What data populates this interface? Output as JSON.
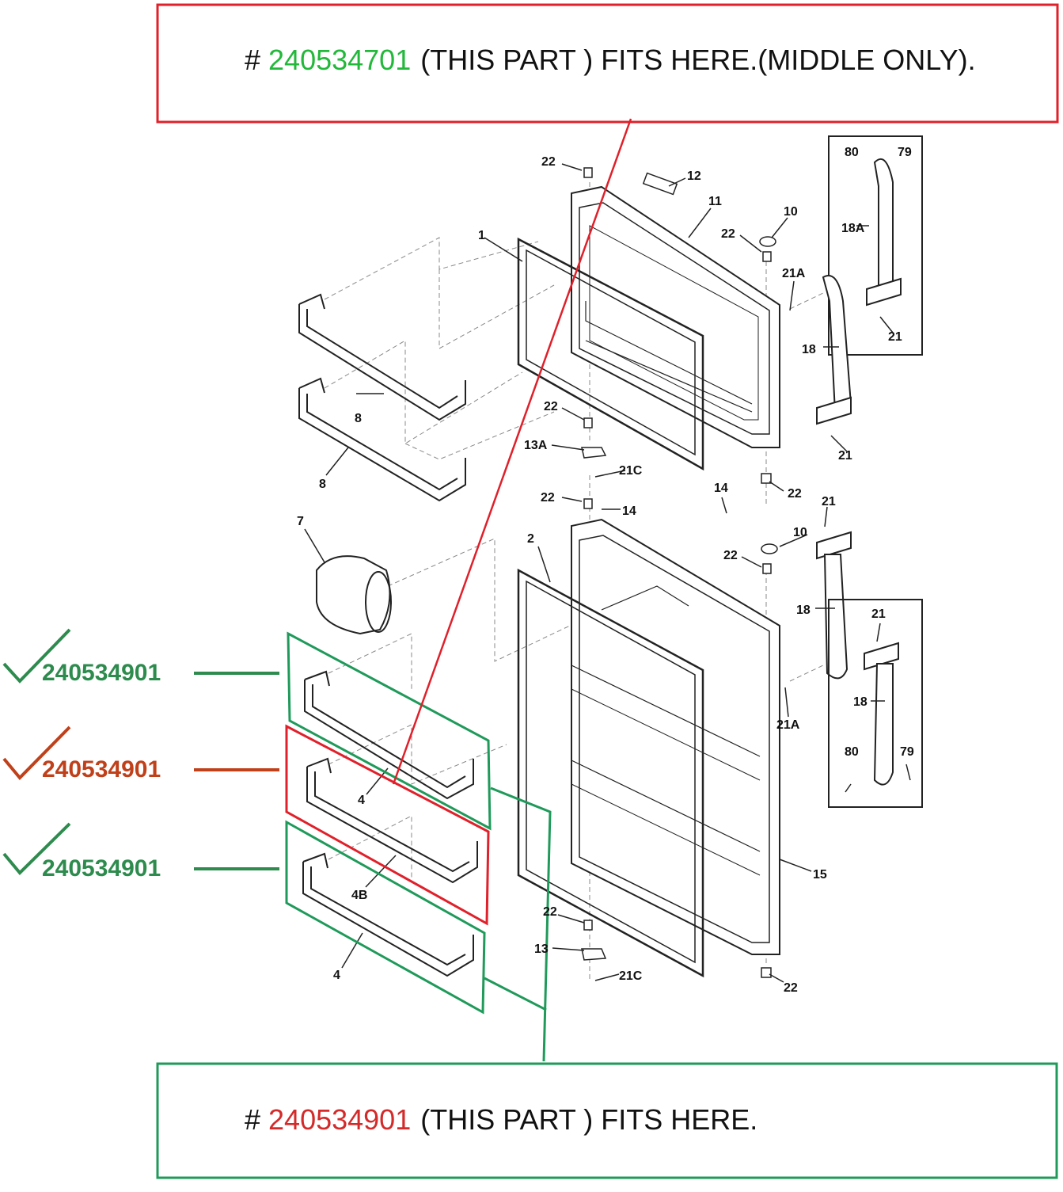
{
  "top_banner": {
    "hash": "#",
    "part_number": "240534701",
    "text": "(THIS PART ) FITS HERE.(MIDDLE ONLY).",
    "colors": {
      "border": "#e0202a",
      "part_number": "#22b83a"
    }
  },
  "bottom_banner": {
    "hash": "#",
    "part_number": "240534901",
    "text": "(THIS PART ) FITS HERE.",
    "colors": {
      "border": "#1f9a5a",
      "part_number": "#d42a2a"
    }
  },
  "side_labels": [
    {
      "text": "240534901",
      "color": "#2e8b4e",
      "icon": "checkmark-icon"
    },
    {
      "text": "240534901",
      "color": "#c0401a",
      "icon": "checkmark-icon"
    },
    {
      "text": "240534901",
      "color": "#2e8b4e",
      "icon": "checkmark-icon"
    }
  ],
  "callouts": {
    "c1": "1",
    "c2": "2",
    "c4a": "4",
    "c4b": "4B",
    "c4c": "4",
    "c7": "7",
    "c8a": "8",
    "c8b": "8",
    "c10a": "10",
    "c10b": "10",
    "c11": "11",
    "c12": "12",
    "c13": "13",
    "c13a": "13A",
    "c14a": "14",
    "c14b": "14",
    "c15": "15",
    "c18a": "18",
    "c18b": "18",
    "c18c": "18",
    "c18A": "18A",
    "c21a": "21",
    "c21b": "21",
    "c21c": "21",
    "c21d": "21",
    "c21Aa": "21A",
    "c21Ab": "21A",
    "c21Ca": "21C",
    "c21Cb": "21C",
    "c22a": "22",
    "c22b": "22",
    "c22c": "22",
    "c22d": "22",
    "c22e": "22",
    "c22f": "22",
    "c22g": "22",
    "c22h": "22",
    "c79a": "79",
    "c79b": "79",
    "c80a": "80",
    "c80b": "80"
  }
}
